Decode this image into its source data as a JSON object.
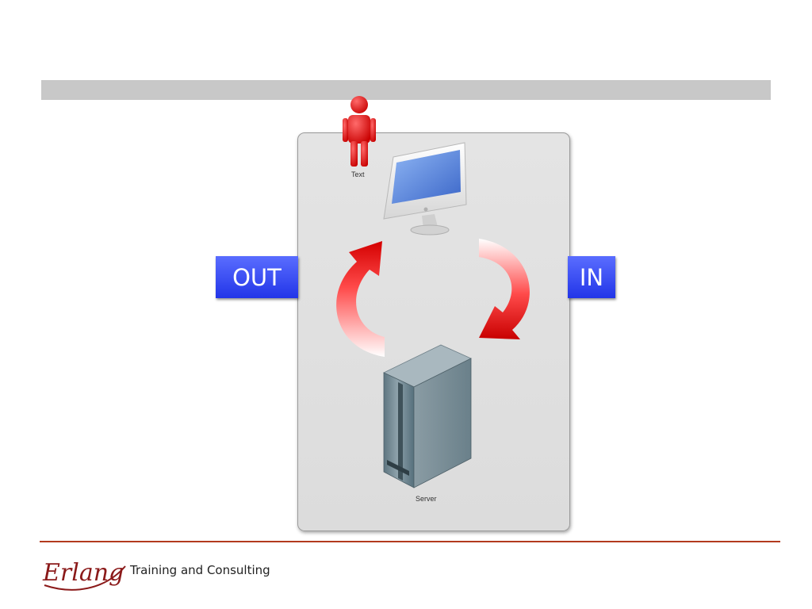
{
  "slide": {
    "title": ""
  },
  "diagram": {
    "out_label": "OUT",
    "in_label": "IN",
    "person_label": "Text",
    "server_label": "Server"
  },
  "footer": {
    "logo_text": "Erlang",
    "tagline": "Training and Consulting"
  },
  "colors": {
    "accent_red": "#e01818",
    "tag_blue": "#2f43ee",
    "divider": "#b33a1e"
  }
}
